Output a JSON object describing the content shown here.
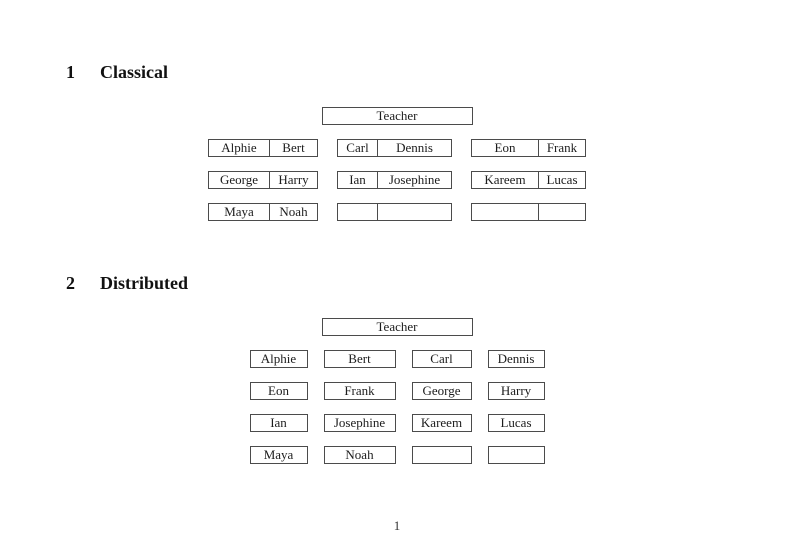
{
  "page": {
    "number": "1"
  },
  "colors": {
    "border": "#4b4b4b",
    "text": "#1c1c1c",
    "background": "#ffffff"
  },
  "sections": [
    {
      "heading": {
        "number": "1",
        "title": "Classical"
      },
      "teacher_label": "Teacher",
      "layout": "paired-desks",
      "rows": [
        [
          [
            "Alphie",
            "Bert"
          ],
          [
            "Carl",
            "Dennis"
          ],
          [
            "Eon",
            "Frank"
          ]
        ],
        [
          [
            "George",
            "Harry"
          ],
          [
            "Ian",
            "Josephine"
          ],
          [
            "Kareem",
            "Lucas"
          ]
        ],
        [
          [
            "Maya",
            "Noah"
          ],
          [
            "",
            ""
          ],
          [
            "",
            ""
          ]
        ]
      ]
    },
    {
      "heading": {
        "number": "2",
        "title": "Distributed"
      },
      "teacher_label": "Teacher",
      "layout": "single-desks",
      "rows": [
        [
          "Alphie",
          "Bert",
          "Carl",
          "Dennis"
        ],
        [
          "Eon",
          "Frank",
          "George",
          "Harry"
        ],
        [
          "Ian",
          "Josephine",
          "Kareem",
          "Lucas"
        ],
        [
          "Maya",
          "Noah",
          "",
          ""
        ]
      ]
    }
  ]
}
